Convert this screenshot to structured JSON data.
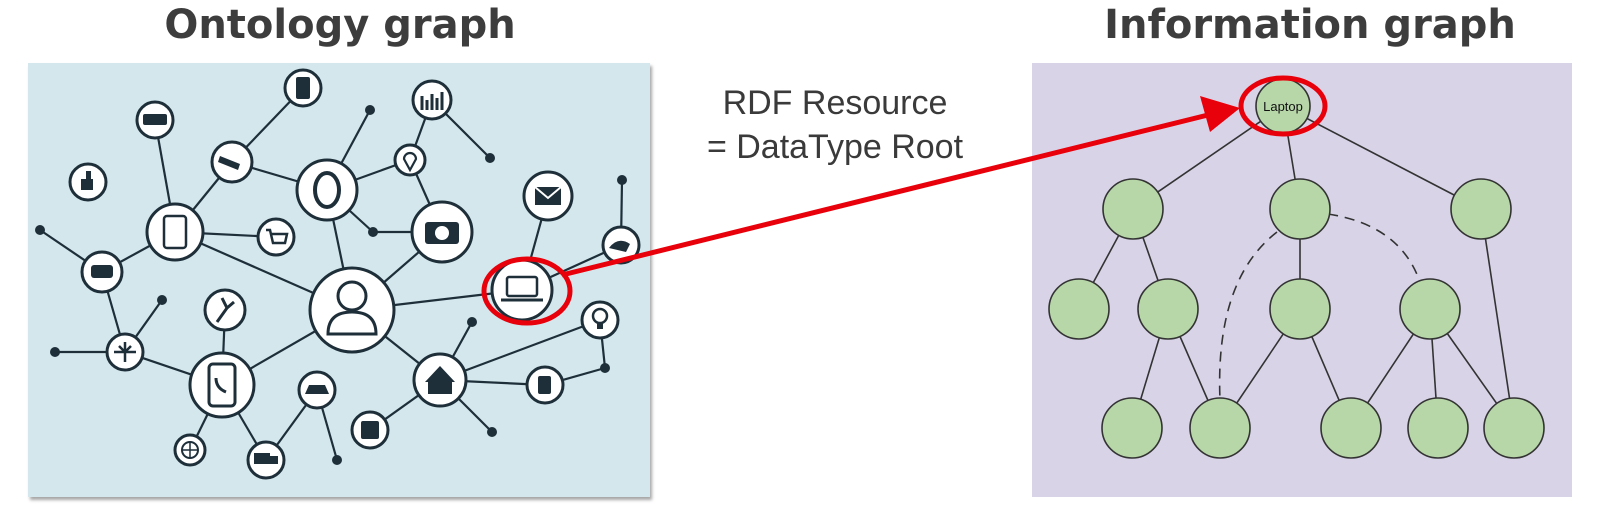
{
  "left_title": "Ontology graph",
  "right_title": "Information graph",
  "caption": {
    "line1": "RDF Resource",
    "line2": "= DataType Root"
  },
  "root_node_label": "Laptop",
  "colors": {
    "left_panel": "#d3e7ed",
    "right_panel": "#d9d3e8",
    "node_fill": "#b7d7a8",
    "highlight": "#e8000b",
    "ontology_dark": "#1e2f3a"
  },
  "ontology_icons": [
    "person-icon",
    "laptop-icon",
    "tablet-icon",
    "phone-icon",
    "camera-icon",
    "ring-icon",
    "home-icon",
    "airplane-icon",
    "truck-icon",
    "globe-icon",
    "cart-icon",
    "mail-icon",
    "lightbulb-icon",
    "robot-arm-icon",
    "chart-icon",
    "map-pin-icon",
    "thumbs-up-icon",
    "chat-icon",
    "security-camera-icon",
    "car-icon",
    "safe-icon"
  ]
}
